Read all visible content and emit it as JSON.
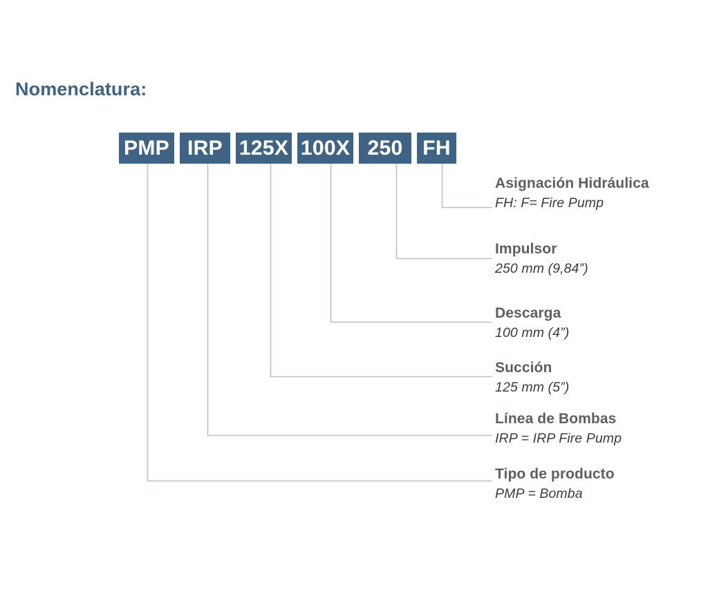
{
  "page": {
    "title": "Nomenclatura:",
    "title_color": "#3d6483",
    "background": "#ffffff",
    "box_color": "#3f6384",
    "box_text_color": "#ffffff",
    "connector_color": "#b9bfc4",
    "label_title_color": "#5a5f63",
    "label_sub_color": "#3a3c3e"
  },
  "code_boxes": [
    {
      "text": "PMP",
      "width": 80
    },
    {
      "text": "IRP",
      "width": 73
    },
    {
      "text": "125X",
      "width": 81
    },
    {
      "text": "100X",
      "width": 81
    },
    {
      "text": "250",
      "width": 76
    },
    {
      "text": "FH",
      "width": 57
    }
  ],
  "legend": [
    {
      "code": "FH",
      "title": "Asignación Hidráulica",
      "subtitle": "FH: F= Fire Pump"
    },
    {
      "code": "250",
      "title": "Impulsor",
      "subtitle": "250 mm (9,84”)"
    },
    {
      "code": "100X",
      "title": "Descarga",
      "subtitle": "100 mm (4”)"
    },
    {
      "code": "125X",
      "title": "Succión",
      "subtitle": "125 mm (5”)"
    },
    {
      "code": "IRP",
      "title": "Línea de Bombas",
      "subtitle": "IRP = IRP Fire Pump"
    },
    {
      "code": "PMP",
      "title": "Tipo de producto",
      "subtitle": "PMP = Bomba"
    }
  ]
}
